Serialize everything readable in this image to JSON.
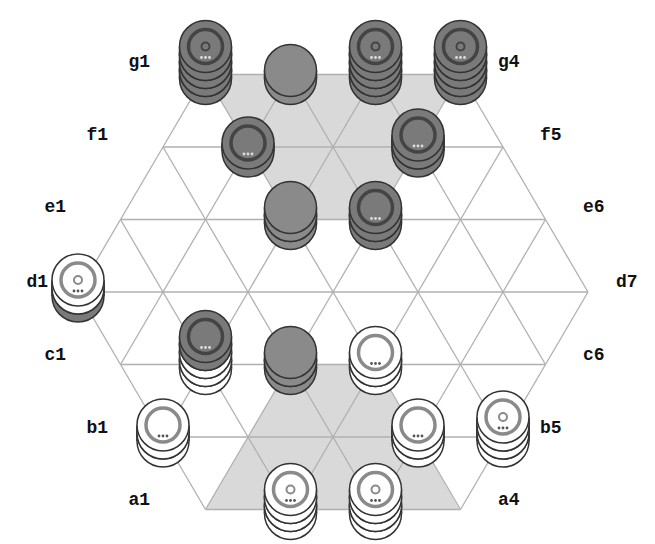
{
  "diagram": {
    "labels": [
      "g1",
      "f1",
      "e1",
      "d1",
      "c1",
      "b1",
      "a1",
      "g4",
      "f5",
      "e6",
      "d7",
      "c6",
      "b5",
      "a4"
    ]
  }
}
